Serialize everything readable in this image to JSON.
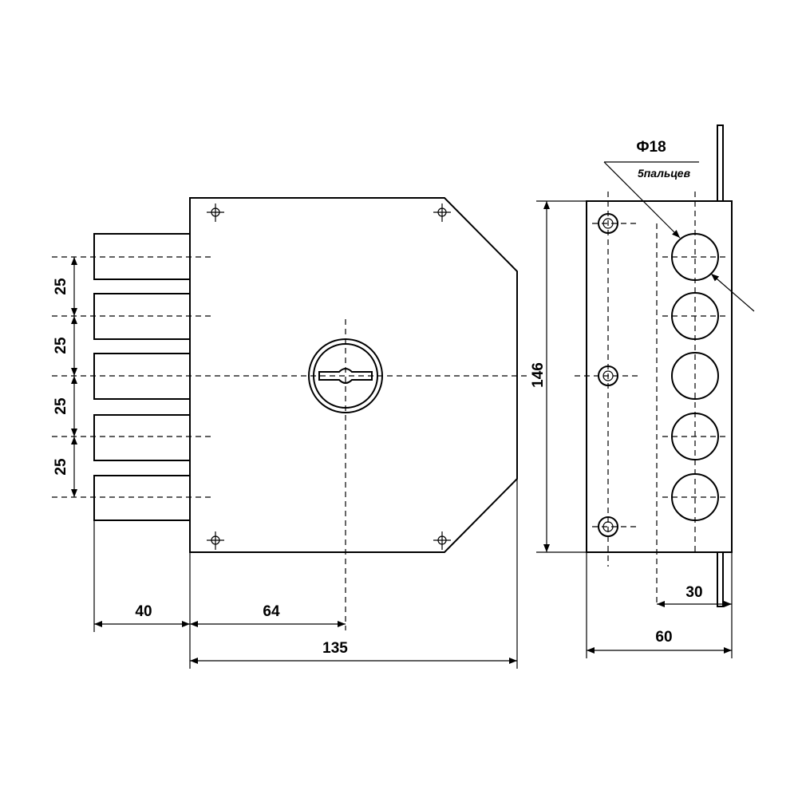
{
  "front_view": {
    "pitch_labels": [
      "25",
      "25",
      "25",
      "25"
    ],
    "dim_bolt_length": "40",
    "dim_backset": "64",
    "dim_width": "135"
  },
  "side_view": {
    "dim_height": "146",
    "dim_bolt_offset": "30",
    "dim_depth": "60",
    "bolt_diameter": "Ф18",
    "bolt_count_note": "5пальцев"
  }
}
